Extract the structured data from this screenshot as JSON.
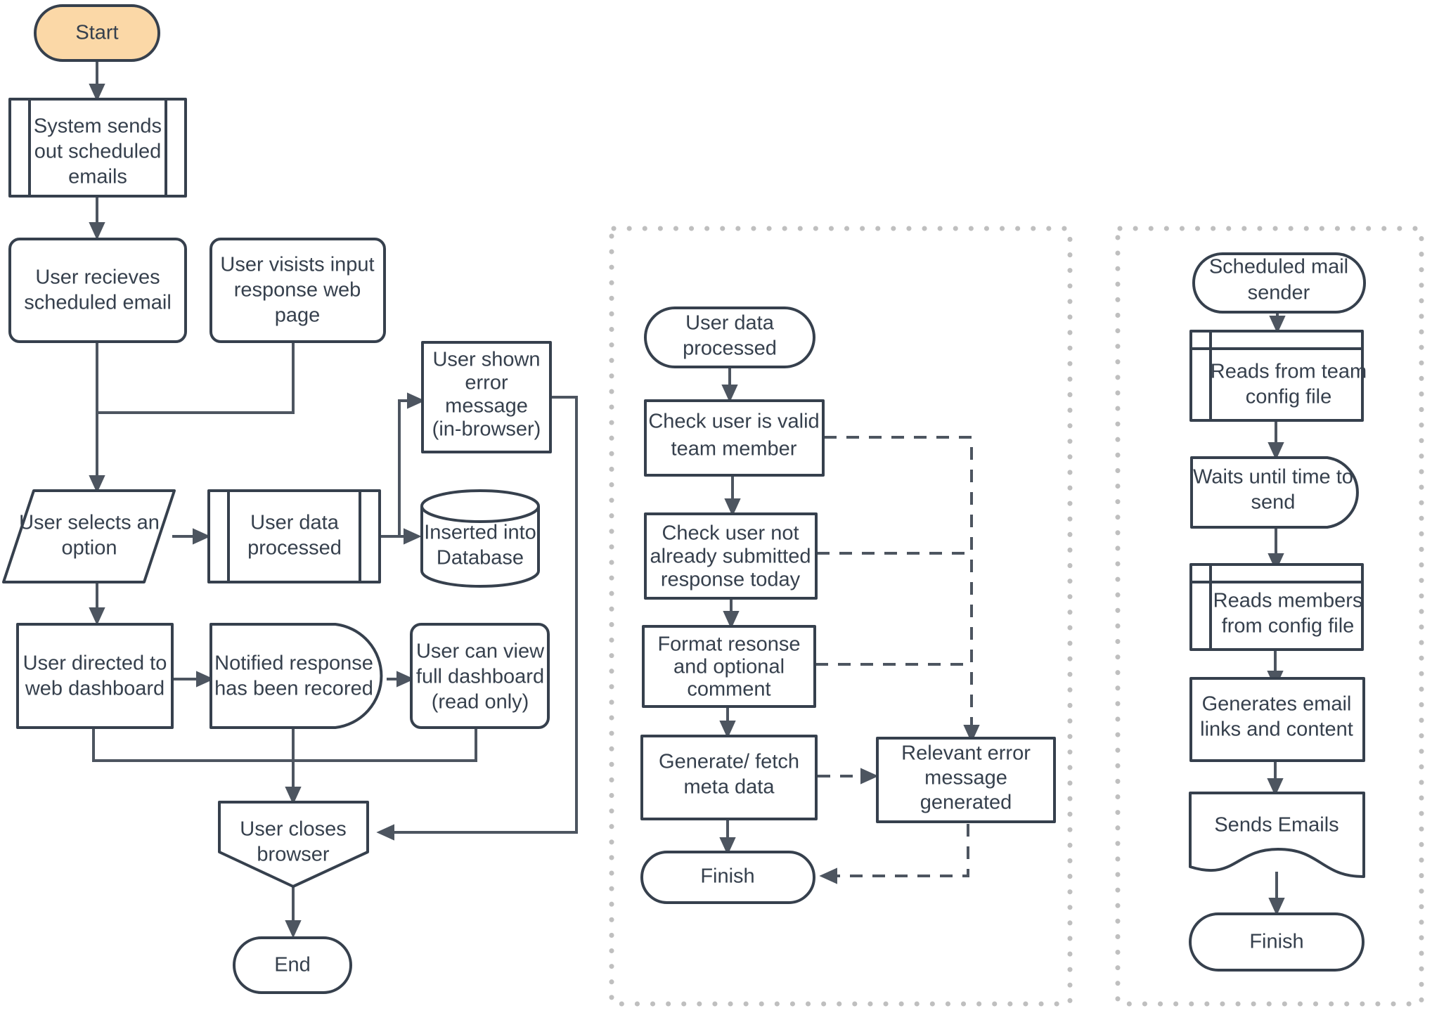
{
  "diagram": {
    "title": "Scheduled survey email response flowchart",
    "colors": {
      "node_stroke": "#36404d",
      "node_fill": "#ffffff",
      "start_fill": "#fbd8a7",
      "edge": "#4d5560",
      "group_border": "#bfbfbf",
      "background": "#ffffff"
    }
  },
  "lanes": [
    {
      "id": "main",
      "name": "main-user-flow",
      "bordered": false
    },
    {
      "id": "processing",
      "name": "user-data-processing-subflow",
      "bordered": true
    },
    {
      "id": "mailer",
      "name": "scheduled-mail-sender-subflow",
      "bordered": true
    }
  ],
  "nodes": {
    "start": {
      "label": "Start",
      "shape": "stadium",
      "lane": "main"
    },
    "system_sends": {
      "label": "System sends out scheduled emails",
      "lines": [
        "System sends",
        "out scheduled",
        "emails"
      ],
      "shape": "predefined-process",
      "lane": "main"
    },
    "user_recieves": {
      "label": "User recieves scheduled email",
      "lines": [
        "User recieves",
        "scheduled email"
      ],
      "shape": "rounded-rect",
      "lane": "main"
    },
    "user_visists": {
      "label": "User visists input response web page",
      "lines": [
        "User visists input",
        "response web",
        "page"
      ],
      "shape": "rounded-rect",
      "lane": "main"
    },
    "user_selects": {
      "label": "User selects an option",
      "lines": [
        "User selects an",
        "option"
      ],
      "shape": "parallelogram",
      "lane": "main"
    },
    "user_data_processed_main": {
      "label": "User data processed",
      "lines": [
        "User data",
        "processed"
      ],
      "shape": "predefined-process",
      "lane": "main"
    },
    "user_shown_error": {
      "label": "User shown error message (in-browser)",
      "lines": [
        "User shown",
        "error",
        "message",
        "(in-browser)"
      ],
      "shape": "rect",
      "lane": "main"
    },
    "inserted_db": {
      "label": "Inserted into Database",
      "lines": [
        "Inserted into",
        "Database"
      ],
      "shape": "cylinder",
      "lane": "main"
    },
    "user_directed": {
      "label": "User directed to web dashboard",
      "lines": [
        "User directed to",
        "web dashboard"
      ],
      "shape": "rect",
      "lane": "main"
    },
    "notified_response": {
      "label": "Notified response has been recored",
      "lines": [
        "Notified response",
        "has been recored"
      ],
      "shape": "delay",
      "lane": "main"
    },
    "user_can_view": {
      "label": "User can view full dashboard (read only)",
      "lines": [
        "User can view",
        "full dashboard",
        "(read only)"
      ],
      "shape": "rounded-rect",
      "lane": "main"
    },
    "user_closes": {
      "label": "User closes browser",
      "lines": [
        "User closes",
        "browser"
      ],
      "shape": "manual-operation-down",
      "lane": "main"
    },
    "end": {
      "label": "End",
      "shape": "stadium",
      "lane": "main"
    },
    "p_user_data_processed": {
      "label": "User data processed",
      "lines": [
        "User data",
        "processed"
      ],
      "shape": "stadium",
      "lane": "processing"
    },
    "p_check_valid": {
      "label": "Check user is valid team member",
      "lines": [
        "Check user is valid",
        "team member"
      ],
      "shape": "rect",
      "lane": "processing"
    },
    "p_check_not_submitted": {
      "label": "Check user not already submitted response today",
      "lines": [
        "Check user not",
        "already submitted",
        "response today"
      ],
      "shape": "rect",
      "lane": "processing"
    },
    "p_format": {
      "label": "Format resonse and optional comment",
      "lines": [
        "Format resonse",
        "and optional",
        "comment"
      ],
      "shape": "rect",
      "lane": "processing"
    },
    "p_generate_meta": {
      "label": "Generate/ fetch meta data",
      "lines": [
        "Generate/ fetch",
        "meta data"
      ],
      "shape": "rect",
      "lane": "processing"
    },
    "p_relevant_error": {
      "label": "Relevant error message generated",
      "lines": [
        "Relevant error",
        "message",
        "generated"
      ],
      "shape": "rect",
      "lane": "processing"
    },
    "p_finish": {
      "label": "Finish",
      "shape": "stadium",
      "lane": "processing"
    },
    "m_scheduled_sender": {
      "label": "Scheduled mail sender",
      "lines": [
        "Scheduled mail",
        "sender"
      ],
      "shape": "stadium",
      "lane": "mailer"
    },
    "m_reads_team": {
      "label": "Reads from team config file",
      "lines": [
        "Reads from team",
        "config file"
      ],
      "shape": "internal-storage",
      "lane": "mailer"
    },
    "m_waits": {
      "label": "Waits until time to send",
      "lines": [
        "Waits until time to",
        "send"
      ],
      "shape": "delay",
      "lane": "mailer"
    },
    "m_reads_members": {
      "label": "Reads members from config file",
      "lines": [
        "Reads members",
        "from config file"
      ],
      "shape": "internal-storage",
      "lane": "mailer"
    },
    "m_generates": {
      "label": "Generates email links and content",
      "lines": [
        "Generates email",
        "links and content"
      ],
      "shape": "rect",
      "lane": "mailer"
    },
    "m_sends": {
      "label": "Sends Emails",
      "lines": [
        "Sends Emails"
      ],
      "shape": "document",
      "lane": "mailer"
    },
    "m_finish": {
      "label": "Finish",
      "shape": "stadium",
      "lane": "mailer"
    }
  },
  "edges": [
    {
      "from": "start",
      "to": "system_sends",
      "style": "solid"
    },
    {
      "from": "system_sends",
      "to": "user_recieves",
      "style": "solid"
    },
    {
      "from": "user_visists",
      "to": "user_selects",
      "style": "solid"
    },
    {
      "from": "user_recieves",
      "to": "user_selects",
      "style": "solid"
    },
    {
      "from": "user_selects",
      "to": "user_data_processed_main",
      "style": "solid"
    },
    {
      "from": "user_selects",
      "to": "user_directed",
      "style": "solid"
    },
    {
      "from": "user_data_processed_main",
      "to": "inserted_db",
      "style": "solid"
    },
    {
      "from": "user_data_processed_main",
      "to": "user_shown_error",
      "style": "solid"
    },
    {
      "from": "user_shown_error",
      "to": "user_closes",
      "style": "solid"
    },
    {
      "from": "user_directed",
      "to": "notified_response",
      "style": "solid"
    },
    {
      "from": "notified_response",
      "to": "user_can_view",
      "style": "solid"
    },
    {
      "from": "user_directed",
      "to": "user_closes",
      "style": "solid"
    },
    {
      "from": "notified_response",
      "to": "user_closes",
      "style": "solid"
    },
    {
      "from": "user_can_view",
      "to": "user_closes",
      "style": "solid"
    },
    {
      "from": "user_closes",
      "to": "end",
      "style": "solid"
    },
    {
      "from": "p_user_data_processed",
      "to": "p_check_valid",
      "style": "solid"
    },
    {
      "from": "p_check_valid",
      "to": "p_check_not_submitted",
      "style": "solid"
    },
    {
      "from": "p_check_not_submitted",
      "to": "p_format",
      "style": "solid"
    },
    {
      "from": "p_format",
      "to": "p_generate_meta",
      "style": "solid"
    },
    {
      "from": "p_generate_meta",
      "to": "p_finish",
      "style": "solid"
    },
    {
      "from": "p_check_valid",
      "to": "p_relevant_error",
      "style": "dashed"
    },
    {
      "from": "p_check_not_submitted",
      "to": "p_relevant_error",
      "style": "dashed"
    },
    {
      "from": "p_format",
      "to": "p_relevant_error",
      "style": "dashed"
    },
    {
      "from": "p_generate_meta",
      "to": "p_relevant_error",
      "style": "dashed"
    },
    {
      "from": "p_relevant_error",
      "to": "p_finish",
      "style": "dashed"
    },
    {
      "from": "m_scheduled_sender",
      "to": "m_reads_team",
      "style": "solid"
    },
    {
      "from": "m_reads_team",
      "to": "m_waits",
      "style": "solid"
    },
    {
      "from": "m_waits",
      "to": "m_reads_members",
      "style": "solid"
    },
    {
      "from": "m_reads_members",
      "to": "m_generates",
      "style": "solid"
    },
    {
      "from": "m_generates",
      "to": "m_sends",
      "style": "solid"
    },
    {
      "from": "m_sends",
      "to": "m_finish",
      "style": "solid"
    }
  ]
}
